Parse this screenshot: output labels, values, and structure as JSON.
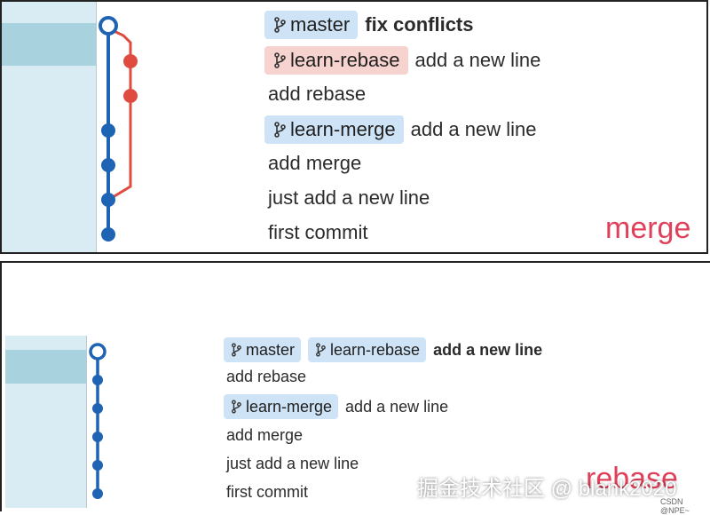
{
  "merge_view": {
    "rows": [
      {
        "branches": [
          {
            "label": "master",
            "color": "blue"
          }
        ],
        "message": "fix conflicts",
        "bold": true
      },
      {
        "branches": [
          {
            "label": "learn-rebase",
            "color": "red"
          }
        ],
        "message": "add a new line",
        "bold": false
      },
      {
        "branches": [],
        "message": "add rebase",
        "bold": false
      },
      {
        "branches": [
          {
            "label": "learn-merge",
            "color": "blue"
          }
        ],
        "message": "add a new line",
        "bold": false
      },
      {
        "branches": [],
        "message": "add merge",
        "bold": false
      },
      {
        "branches": [],
        "message": "just add a new line",
        "bold": false
      },
      {
        "branches": [],
        "message": "first commit",
        "bold": false
      }
    ],
    "caption": "merge"
  },
  "rebase_view": {
    "rows": [
      {
        "branches": [
          {
            "label": "master",
            "color": "blue"
          },
          {
            "label": "learn-rebase",
            "color": "blue"
          }
        ],
        "message": "add a new line",
        "bold": true
      },
      {
        "branches": [],
        "message": "add rebase",
        "bold": false
      },
      {
        "branches": [
          {
            "label": "learn-merge",
            "color": "blue"
          }
        ],
        "message": "add a new line",
        "bold": false
      },
      {
        "branches": [],
        "message": "add merge",
        "bold": false
      },
      {
        "branches": [],
        "message": "just add a new line",
        "bold": false
      },
      {
        "branches": [],
        "message": "first commit",
        "bold": false
      }
    ],
    "caption": "rebase"
  },
  "watermark": "掘金技术社区 @ blank2020",
  "csdn_mark": "CSDN @NPE~",
  "colors": {
    "main_line": "#1f64b4",
    "branch_line": "#e04b40",
    "badge_blue": "#cfe3f6",
    "badge_red": "#f7d3d0",
    "caption": "#e0405a",
    "sidebar": "#d9ecf3",
    "sidebar_selected": "#a9d2df"
  }
}
